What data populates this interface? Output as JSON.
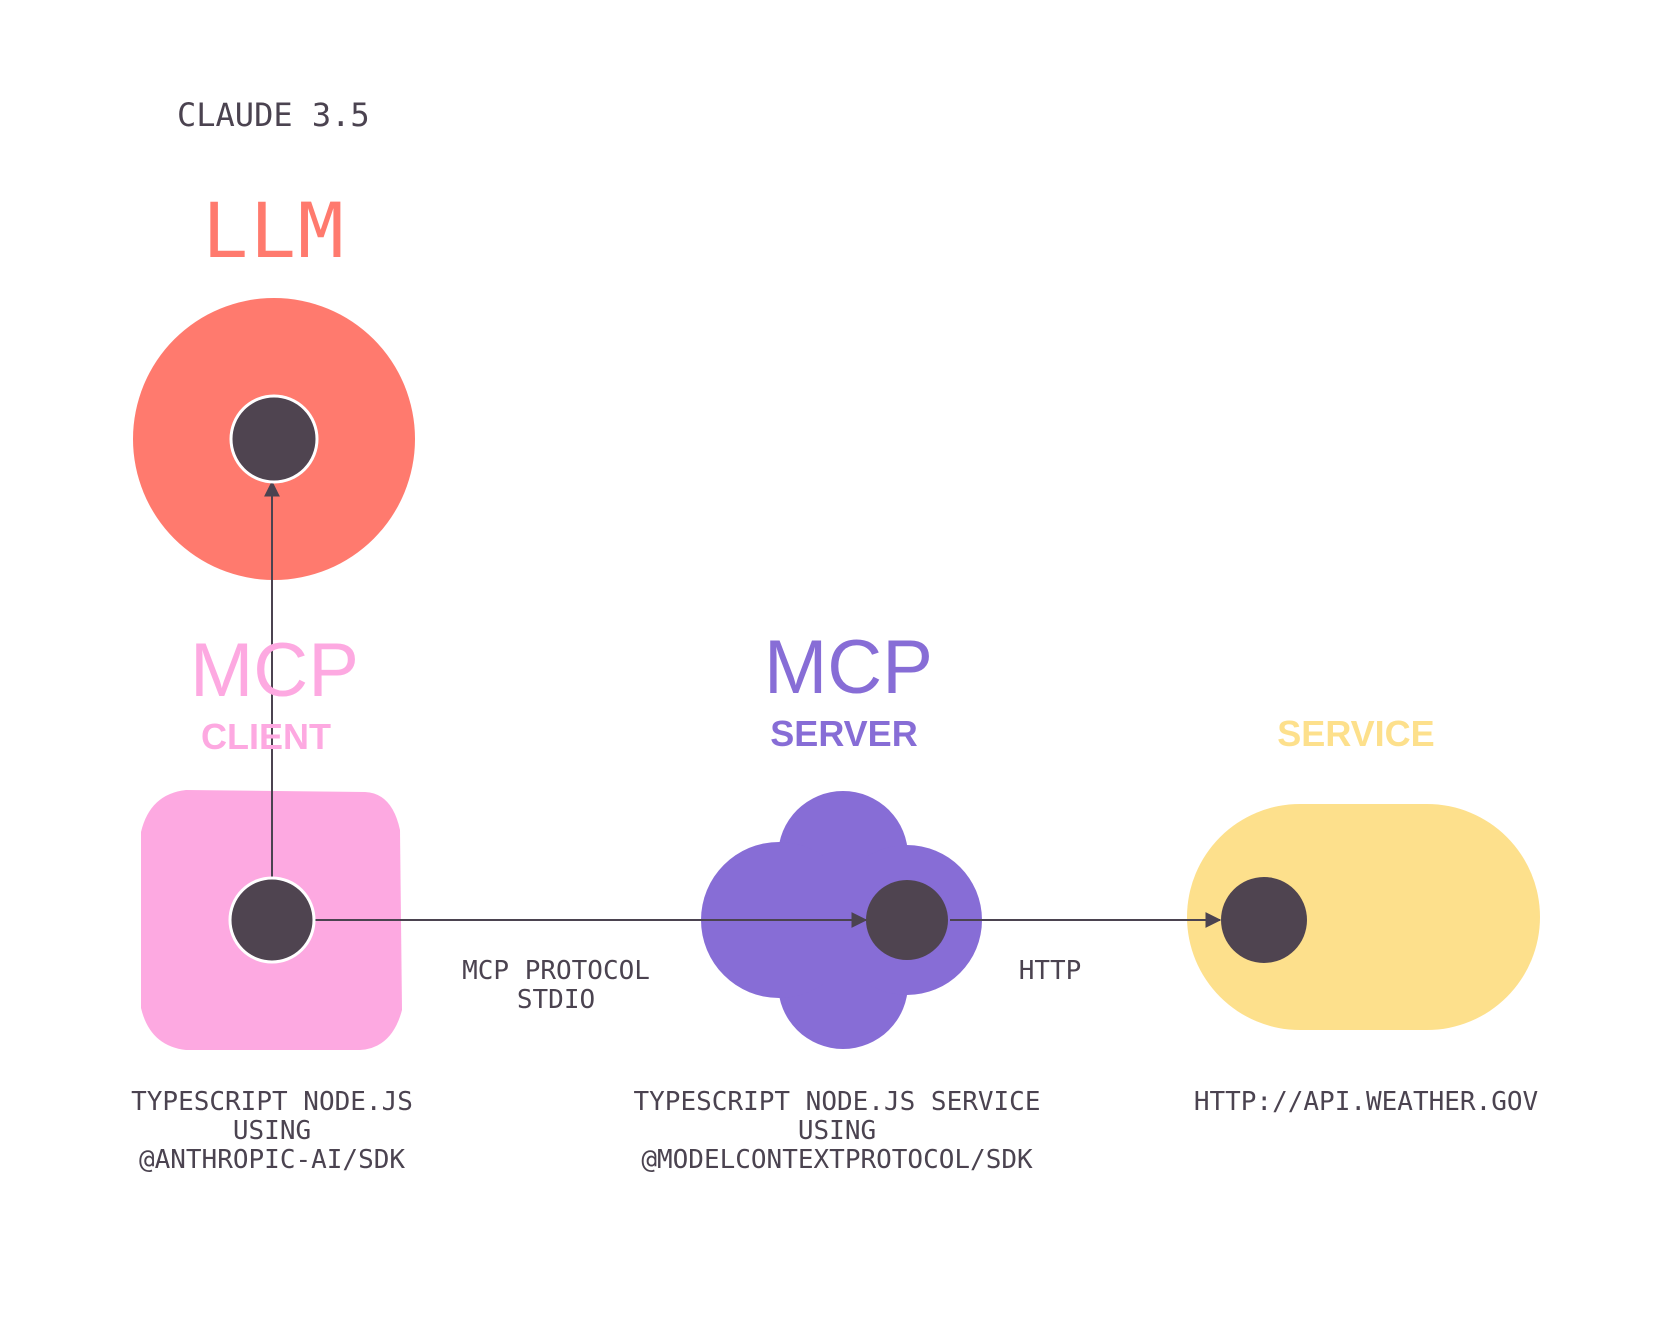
{
  "colors": {
    "llm": "#ff7a6e",
    "client": "#fda9e1",
    "server": "#876dd6",
    "service": "#fde08c",
    "node": "#4f4450",
    "line": "#4b4350",
    "text": "#4b4350"
  },
  "model_label": "CLAUDE 3.5",
  "llm": {
    "title": "LLM"
  },
  "client": {
    "title": "MCP",
    "subtitle": "CLIENT",
    "caption": [
      "TYPESCRIPT NODE.JS",
      "USING",
      "@ANTHROPIC-AI/SDK"
    ]
  },
  "server": {
    "title": "MCP",
    "subtitle": "SERVER",
    "caption": [
      "TYPESCRIPT NODE.JS SERVICE",
      "USING",
      "@MODELCONTEXTPROTOCOL/SDK"
    ]
  },
  "service": {
    "subtitle": "SERVICE",
    "caption": [
      "HTTP://API.WEATHER.GOV"
    ]
  },
  "edges": {
    "client_server": [
      "MCP PROTOCOL",
      "STDIO"
    ],
    "server_service": [
      "HTTP"
    ]
  }
}
